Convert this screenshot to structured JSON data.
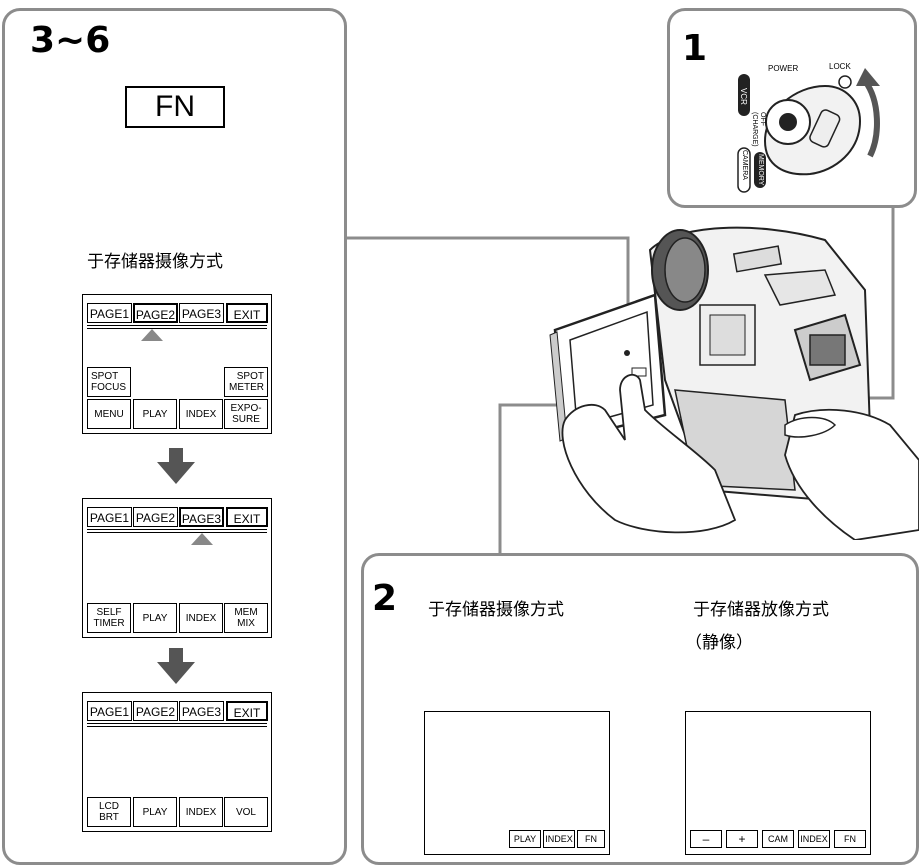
{
  "left_panel": {
    "step": "3~6",
    "fn_label": "FN",
    "caption": "于存储器摄像方式",
    "screens": [
      {
        "tabs": [
          "PAGE1",
          "PAGE2",
          "PAGE3",
          "EXIT"
        ],
        "selected_tab": 1,
        "upper_buttons": {
          "left": "SPOT\nFOCUS",
          "right": "SPOT\nMETER"
        },
        "bottom_buttons": [
          "MENU",
          "PLAY",
          "INDEX",
          "EXPO-\nSURE"
        ]
      },
      {
        "tabs": [
          "PAGE1",
          "PAGE2",
          "PAGE3",
          "EXIT"
        ],
        "selected_tab": 2,
        "bottom_buttons": [
          "SELF\nTIMER",
          "PLAY",
          "INDEX",
          "MEM\nMIX"
        ]
      },
      {
        "tabs": [
          "PAGE1",
          "PAGE2",
          "PAGE3",
          "EXIT"
        ],
        "selected_tab": 3,
        "bottom_buttons": [
          "LCD\nBRT",
          "PLAY",
          "INDEX",
          "VOL"
        ]
      }
    ]
  },
  "step1": {
    "step": "1",
    "labels": {
      "power": "POWER",
      "lock": "LOCK",
      "vcr": "VCR",
      "off": "OFF\n(CHARGE)",
      "camera": "CAMERA",
      "memory": "MEMORY"
    }
  },
  "step2": {
    "step": "2",
    "caption_left": "于存储器摄像方式",
    "caption_right_line1": "于存储器放像方式",
    "caption_right_line2": "（静像）",
    "screen_left_buttons": [
      "PLAY",
      "INDEX",
      "FN"
    ],
    "screen_right_buttons": [
      "–",
      "+",
      "CAM",
      "INDEX",
      "FN"
    ]
  }
}
